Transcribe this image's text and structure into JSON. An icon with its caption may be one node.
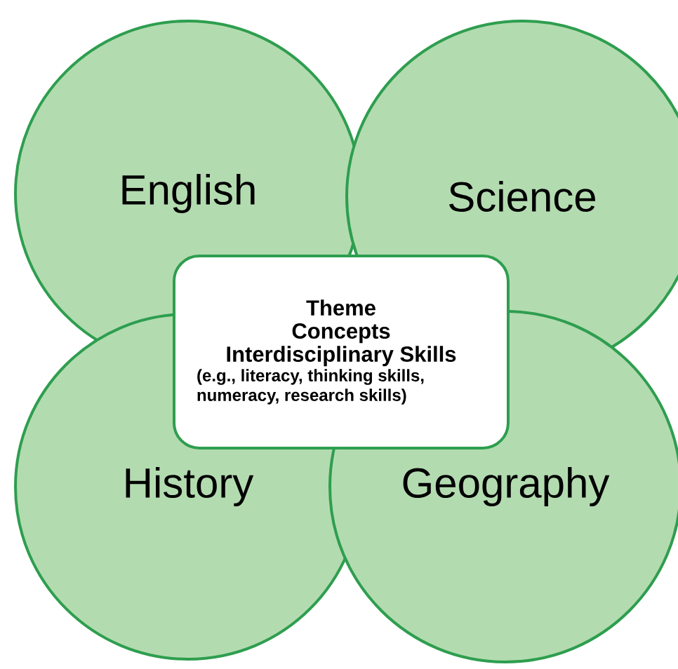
{
  "diagram": {
    "nodes": [
      {
        "text": [
          "English"
        ]
      },
      {
        "text": [
          "Science"
        ]
      },
      {
        "text": [
          "Theme",
          "Concepts",
          "Interdisciplinary Skills",
          "(e.g., literacy, thinking skills, numeracy, research skills)"
        ]
      },
      {
        "text": [
          "History"
        ]
      },
      {
        "text": [
          "Geography"
        ]
      }
    ]
  }
}
